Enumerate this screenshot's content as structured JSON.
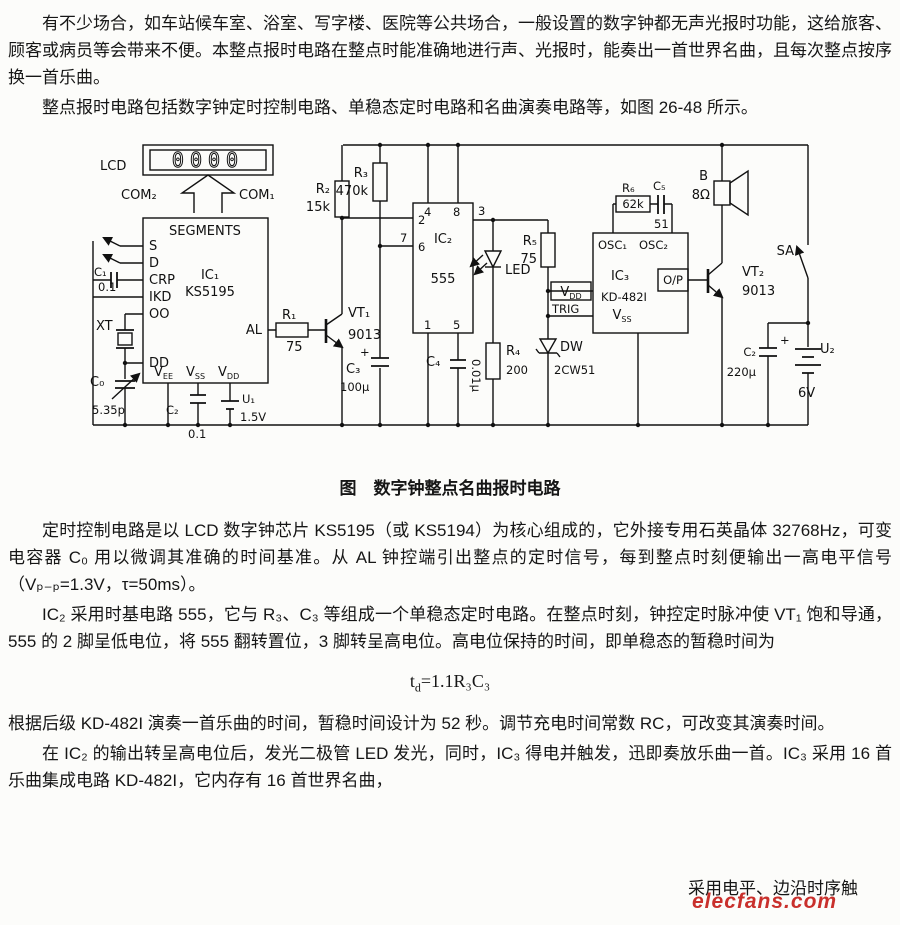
{
  "colors": {
    "watermark": "#c9302c",
    "ink": "#111111",
    "paper": "#fcfcfa"
  },
  "text": {
    "p1": "有不少场合，如车站候车室、浴室、写字楼、医院等公共场合，一般设置的数字钟都无声光报时功能，这给旅客、顾客或病员等会带来不便。本整点报时电路在整点时能准确地进行声、光报时，能奏出一首世界名曲，且每次整点按序换一首乐曲。",
    "p2": "整点报时电路包括数字钟定时控制电路、单稳态定时电路和名曲演奏电路等，如图 26-48 所示。",
    "caption": "图　数字钟整点名曲报时电路",
    "p3": "定时控制电路是以 LCD 数字钟芯片 KS5195（或 KS5194）为核心组成的，它外接专用石英晶体 32768Hz，可变电容器 C₀ 用以微调其准确的时间基准。从 AL 钟控端引出整点的定时信号，每到整点时刻便输出一高电平信号（Vₚ₋ₚ=1.3V，τ=50ms）。",
    "p4": "IC₂ 采用时基电路 555，它与 R₃、C₃ 等组成一个单稳态定时电路。在整点时刻，钟控定时脉冲使 VT₁ 饱和导通，555 的 2 脚呈低电位，将 555 翻转置位，3 脚转呈高电位。高电位保持的时间，即单稳态的暂稳时间为",
    "formula": {
      "base": "t",
      "sub": "d",
      "rest": "=1.1R₃C₃"
    },
    "p5": "根据后级 KD-482I 演奏一首乐曲的时间，暂稳时间设计为 52 秒。调节充电时间常数 RC，可改变其演奏时间。",
    "p6": "在 IC₂ 的输出转呈高电位后，发光二极管 LED 发光，同时，IC₃ 得电并触发，迅即奏放乐曲一首。IC₃ 采用 16 首乐曲集成电路 KD-482I，它内存有 16 首世界名曲，",
    "overlap": "采用电平、边沿时序触",
    "watermark": "elecfans.com"
  },
  "circuit": {
    "lcd_label": "LCD",
    "lcd_display": "0000",
    "com2": "COM₂",
    "com1": "COM₁",
    "segments": "SEGMENTS",
    "pin_s": "S",
    "pin_d": "D",
    "pin_crp": "CRP",
    "pin_ikd": "IKD",
    "pin_oo": "OO",
    "pin_dd": "DD",
    "ic1_name": "IC₁",
    "ic1_part": "KS5195",
    "pin_al": "AL",
    "v": "V",
    "sub_ee": "EE",
    "sub_ss": "SS",
    "sub_dd": "DD",
    "c1": "C₁",
    "c1_val": "0.1",
    "xt": "XT",
    "c0": "C₀",
    "c0_val": "5.35p",
    "c2a": "C₂",
    "c2a_val": "0.1",
    "u1": "U₁",
    "u1_val": "1.5V",
    "r1": "R₁",
    "r1_val": "75",
    "vt1": "VT₁",
    "vt1_part": "9013",
    "r2": "R₂",
    "r2_val": "15k",
    "r3": "R₃",
    "r3_val": "470k",
    "ic2_name": "IC₂",
    "ic2_part": "555",
    "pin1": "1",
    "pin2": "2",
    "pin3": "3",
    "pin4": "4",
    "pin5": "5",
    "pin6": "6",
    "pin7": "7",
    "pin8": "8",
    "plus": "+",
    "c3": "C₃",
    "c3_val": "100μ",
    "c4": "C₄",
    "c4_val": "0.01μ",
    "led": "LED",
    "r4": "R₄",
    "r4_val": "200",
    "dw": "DW",
    "dw_part": "2CW51",
    "r5": "R₅",
    "r5_val": "75",
    "trig": "TRIG",
    "osc1": "OSC₁",
    "osc2": "OSC₂",
    "ic3_name": "IC₃",
    "ic3_part": "KD-482I",
    "op": "O/P",
    "r6": "R₆",
    "r6_val": "62k",
    "c5": "C₅",
    "c5_val": "51",
    "b": "B",
    "b_val": "8Ω",
    "vt2": "VT₂",
    "vt2_part": "9013",
    "sa": "SA",
    "c2b": "C₂",
    "c2b_val": "220μ",
    "u2": "U₂",
    "u2_val": "6V"
  }
}
